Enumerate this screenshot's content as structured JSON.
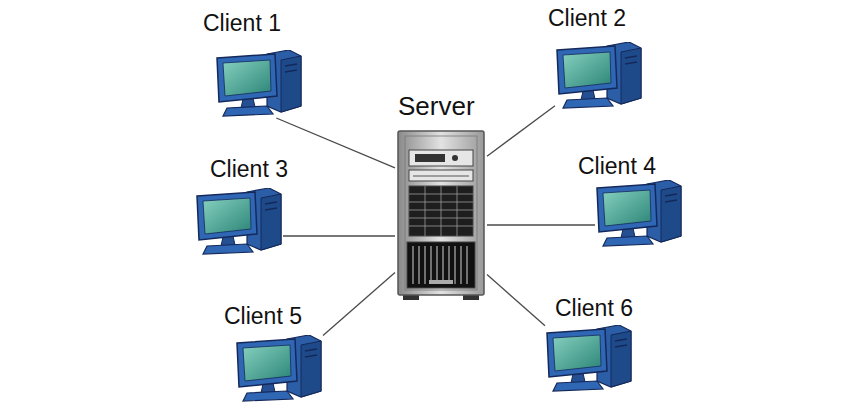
{
  "diagram": {
    "nodes": [
      {
        "text": [
          "Client 1"
        ]
      },
      {
        "text": [
          "Client 2"
        ]
      },
      {
        "text": [
          "Server"
        ]
      },
      {
        "text": [
          "Client 3"
        ]
      },
      {
        "text": [
          "Client 4"
        ]
      },
      {
        "text": [
          "Client 5"
        ]
      },
      {
        "text": [
          "Client 6"
        ]
      }
    ],
    "edges": [
      {
        "from": 0,
        "to": 2,
        "arrow": "none"
      },
      {
        "from": 1,
        "to": 2,
        "arrow": "none"
      },
      {
        "from": 3,
        "to": 2,
        "arrow": "none"
      },
      {
        "from": 4,
        "to": 2,
        "arrow": "none"
      },
      {
        "from": 5,
        "to": 2,
        "arrow": "none"
      },
      {
        "from": 6,
        "to": 2,
        "arrow": "none"
      }
    ]
  }
}
